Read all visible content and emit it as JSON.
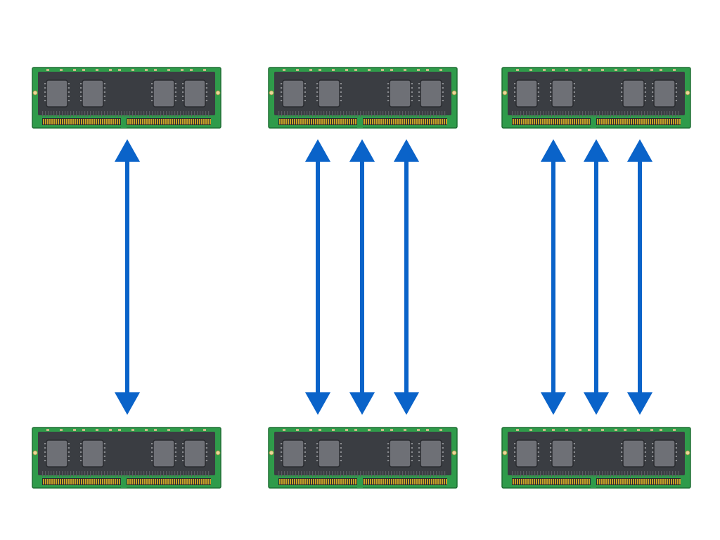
{
  "diagram": {
    "background_color": "#ffffff",
    "arrow_color": "#0a63c9",
    "module_colors": {
      "pcb": "#2f9b4a",
      "pcb_edge": "#1f6e33",
      "chip_area": "#3a3d42",
      "chip": "#6e7076",
      "chip_border": "#2a2c30",
      "gold_contacts": "#c9a227"
    },
    "columns": [
      {
        "label": "",
        "arrow_count": 1
      },
      {
        "label": "",
        "arrow_count": 3
      },
      {
        "label": "",
        "arrow_count": 3
      }
    ],
    "icons": [
      "memory-module-icon",
      "double-headed-arrow-icon"
    ]
  }
}
